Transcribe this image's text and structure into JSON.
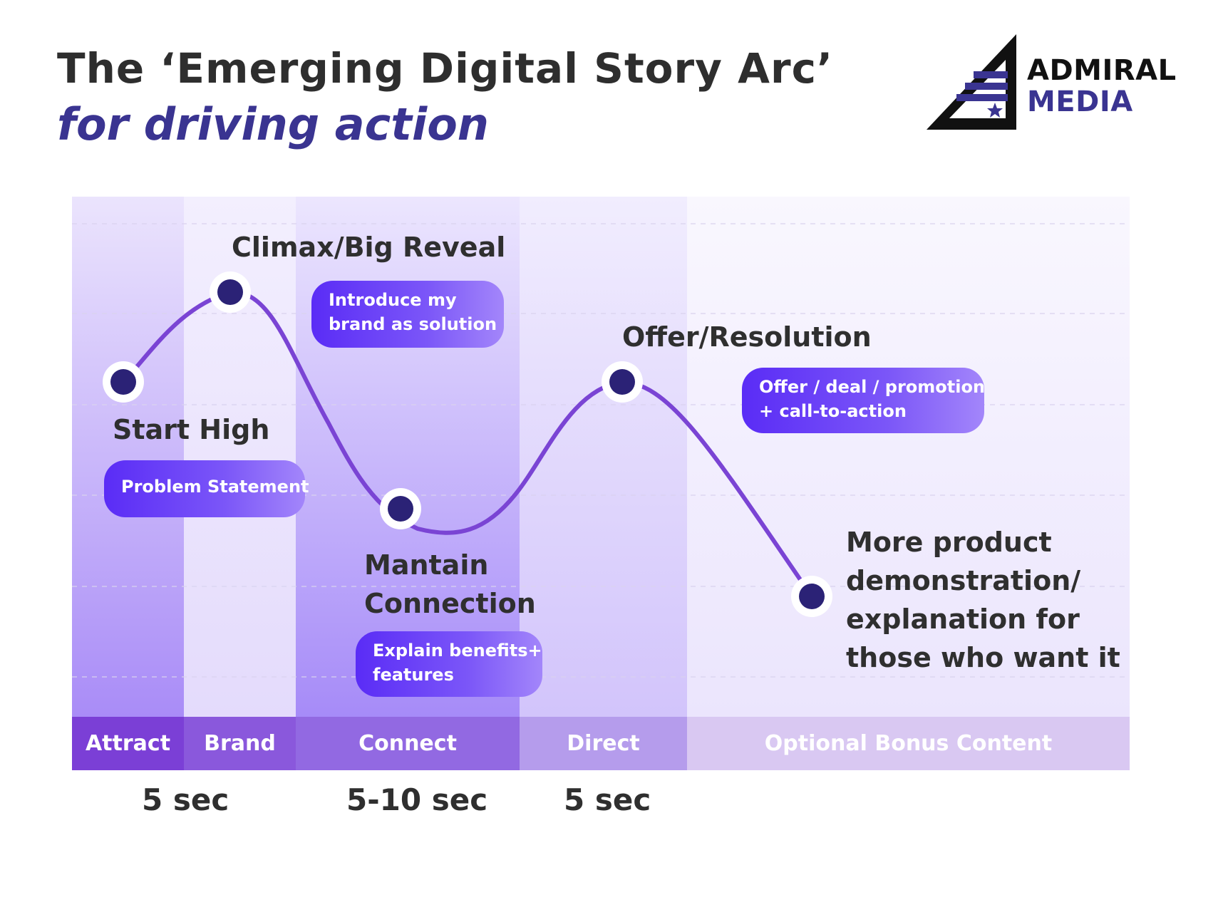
{
  "title": {
    "line1": "The ‘Emerging Digital Story Arc’",
    "line2": "for driving action"
  },
  "logo": {
    "word1": "ADMIRAL",
    "word2": "MEDIA",
    "icon": "triangle-flag-star-icon"
  },
  "stages": [
    {
      "label": "Attract",
      "color": "#7b3fd6"
    },
    {
      "label": "Brand",
      "color": "#8a58dc"
    },
    {
      "label": "Connect",
      "color": "#9269e2"
    },
    {
      "label": "Direct",
      "color": "#b59cec"
    },
    {
      "label": "Optional Bonus Content",
      "color": "#d9c8f2"
    }
  ],
  "points": [
    {
      "title": "Start High",
      "description": "Problem Statement"
    },
    {
      "title": "Climax/Big Reveal",
      "description_lines": [
        "Introduce my",
        "brand as solution"
      ]
    },
    {
      "title_lines": [
        "Mantain",
        "Connection"
      ],
      "description_lines": [
        "Explain benefits+",
        "features"
      ]
    },
    {
      "title": "Offer/Resolution",
      "description_lines": [
        "Offer / deal / promotion",
        "+ call-to-action"
      ]
    },
    {
      "title_lines": [
        "More product",
        "demonstration/",
        "explanation for",
        "those who want it"
      ]
    }
  ],
  "durations": [
    "5 sec",
    "5-10 sec",
    "5 sec"
  ],
  "colors": {
    "curve": "#7a44d4",
    "point_fill": "#2b2276",
    "title_dark": "#2e2e2e",
    "title_accent": "#3a3491"
  }
}
